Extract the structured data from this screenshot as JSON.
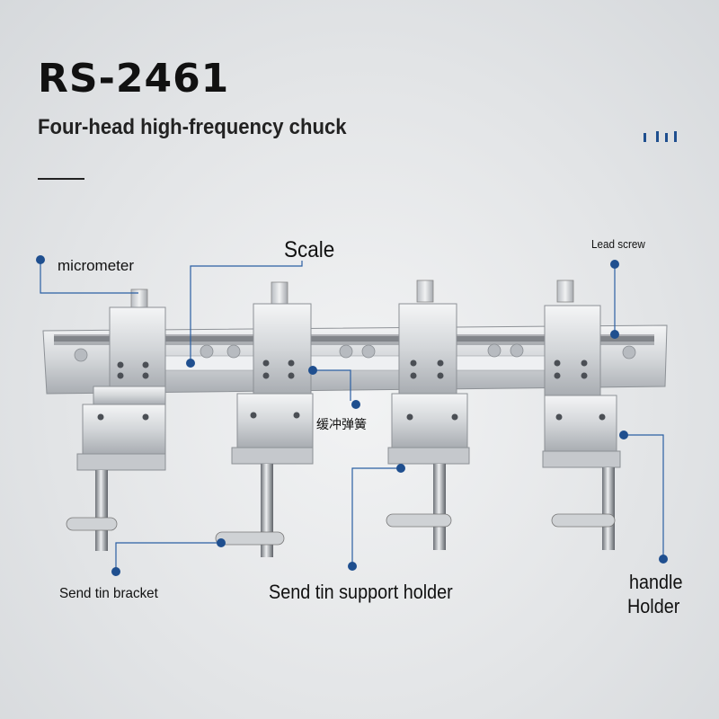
{
  "product": {
    "model": "RS-2461",
    "subtitle": "Four-head high-frequency chuck"
  },
  "labels": {
    "micrometer": "micrometer",
    "scale": "Scale",
    "lead_screw": "Lead screw",
    "spring": "缓冲弹簧",
    "send_tin_bracket": "Send tin bracket",
    "send_tin_support_holder": "Send tin support holder",
    "handle": "handle",
    "holder": "Holder"
  },
  "colors": {
    "accent_dot": "#1f4f8f",
    "leader_line": "#2b5fa3"
  }
}
